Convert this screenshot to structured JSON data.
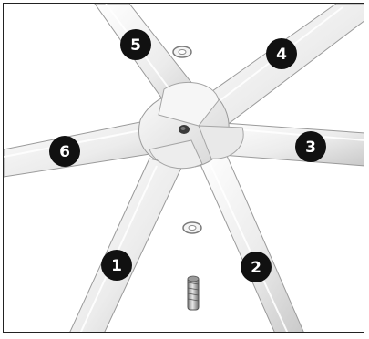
{
  "diagram": {
    "colors": {
      "beam_fill": "#f1f1f1",
      "beam_shade": "#d0d0d0",
      "beam_outline": "#9a9a9a",
      "badge_fill": "#111111",
      "badge_text": "#ffffff"
    },
    "parts": [
      "washer",
      "washer",
      "screw"
    ],
    "legs": [
      {
        "number": "1"
      },
      {
        "number": "2"
      },
      {
        "number": "3"
      },
      {
        "number": "4"
      },
      {
        "number": "5"
      },
      {
        "number": "6"
      }
    ]
  }
}
